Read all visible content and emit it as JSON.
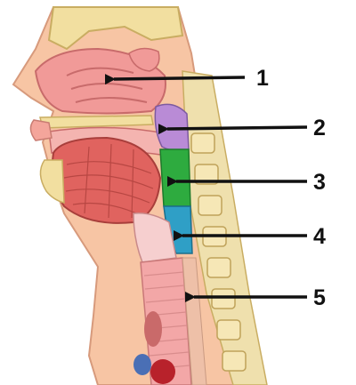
{
  "labels": [
    {
      "number": "1"
    },
    {
      "number": "2"
    },
    {
      "number": "3"
    },
    {
      "number": "4"
    },
    {
      "number": "5"
    }
  ],
  "colors": {
    "skin": "#f7c5a4",
    "bone": "#f2dfa0",
    "cavity": "#f19a98",
    "tongue": "#e0635f",
    "nasopharynx": "#b98bd6",
    "oropharynx": "#2eab3f",
    "laryngopharynx": "#2f9fc6",
    "trachea": "#f3a7a7",
    "vertebra": "#f6e7b6",
    "arrow": "#111111"
  }
}
